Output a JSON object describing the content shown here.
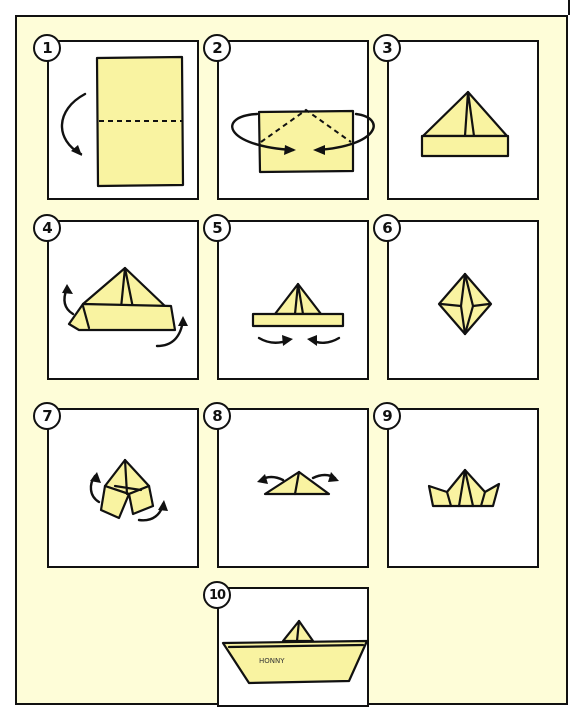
{
  "steps": [
    {
      "number": "1"
    },
    {
      "number": "2"
    },
    {
      "number": "3"
    },
    {
      "number": "4"
    },
    {
      "number": "5"
    },
    {
      "number": "6"
    },
    {
      "number": "7"
    },
    {
      "number": "8"
    },
    {
      "number": "9"
    },
    {
      "number": "10",
      "boat_label": "HONNY"
    }
  ],
  "colors": {
    "paper": "#f9f3a1",
    "background": "#fefdd8",
    "ink": "#111111"
  }
}
